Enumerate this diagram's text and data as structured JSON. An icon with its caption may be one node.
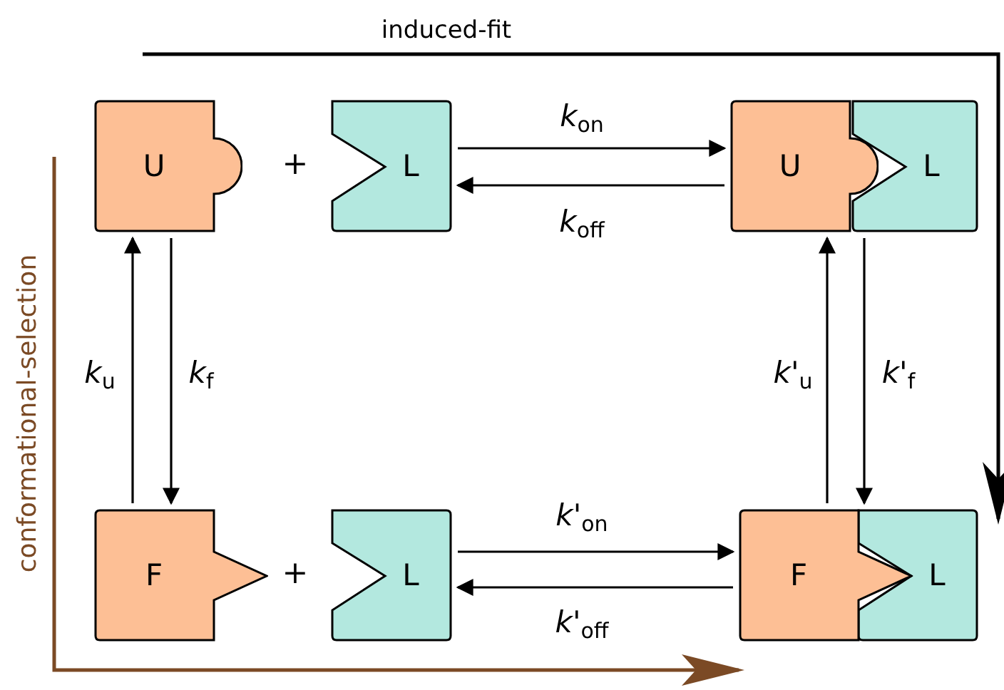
{
  "diagram": {
    "nodes": [
      {
        "text": [
          "U"
        ]
      },
      {
        "text": [
          "L"
        ]
      },
      {
        "text": [
          "U"
        ]
      },
      {
        "text": [
          "L"
        ]
      },
      {
        "text": [
          "F"
        ]
      },
      {
        "text": [
          "L"
        ]
      },
      {
        "text": [
          "F"
        ]
      },
      {
        "text": [
          "L"
        ]
      }
    ],
    "edges": [
      {
        "from": 1,
        "to": 2,
        "arrow": "to",
        "label": "*k*$_{on}$"
      },
      {
        "from": 2,
        "to": 1,
        "arrow": "to",
        "label": "*k*$_{off}$"
      },
      {
        "from": 4,
        "to": 0,
        "arrow": "to",
        "label": "*k*$_{u}$"
      },
      {
        "from": 0,
        "to": 4,
        "arrow": "to",
        "label": "*k*$_{f}$"
      },
      {
        "from": 6,
        "to": 2,
        "arrow": "to",
        "label": "*k*'$_{u}$"
      },
      {
        "from": 2,
        "to": 6,
        "arrow": "to",
        "label": "*k*'$_{f}$"
      },
      {
        "from": 5,
        "to": 6,
        "arrow": "to",
        "label": "*k*'$_{on}$"
      },
      {
        "from": 6,
        "to": 5,
        "arrow": "to",
        "label": "*k*'$_{off}$"
      }
    ],
    "labels": [
      "induced-fit",
      "+",
      "+",
      "conformational-selection"
    ]
  }
}
